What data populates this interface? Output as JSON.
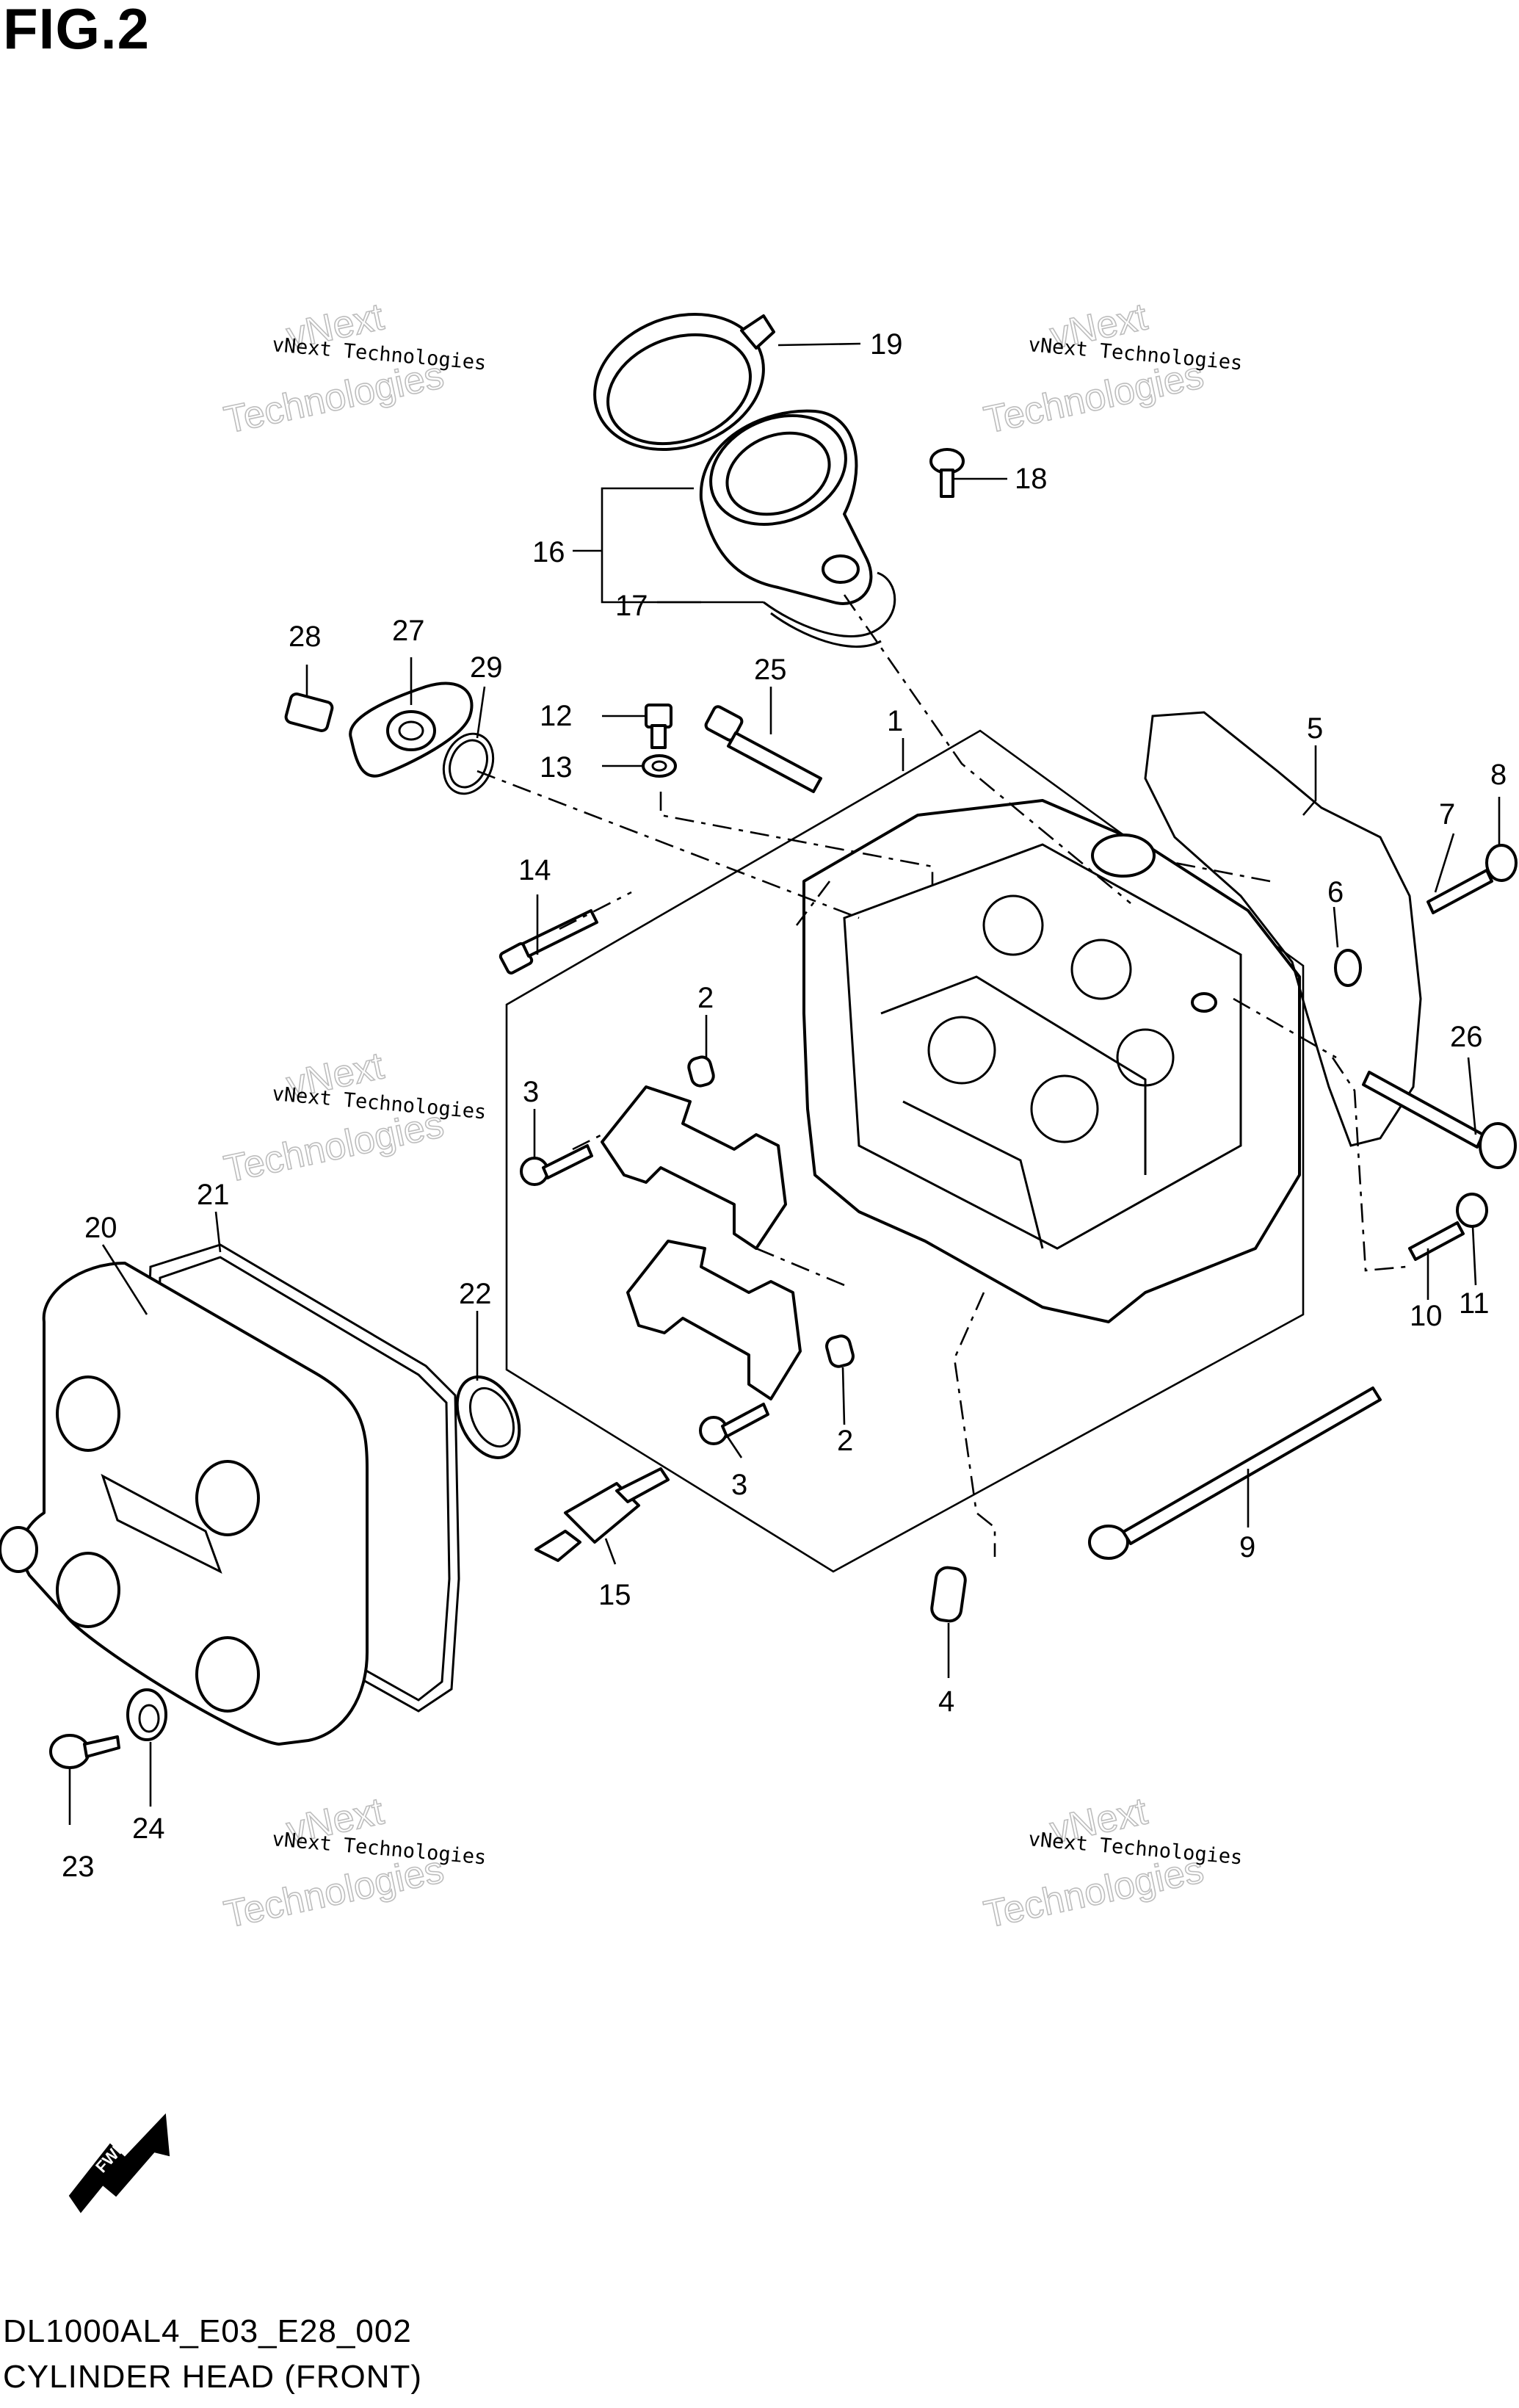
{
  "figure": {
    "title": "FIG.2",
    "model_code": "DL1000AL4_E03_E28_002",
    "group_name": "CYLINDER HEAD (FRONT)",
    "fwd_label": "FWD"
  },
  "watermark": {
    "line1": "vNext Technologies",
    "line2": "vNext",
    "line3": "Technologies"
  },
  "callouts": {
    "c1": "1",
    "c2a": "2",
    "c2b": "2",
    "c3a": "3",
    "c3b": "3",
    "c4": "4",
    "c5": "5",
    "c6": "6",
    "c7": "7",
    "c8": "8",
    "c9": "9",
    "c10": "10",
    "c11": "11",
    "c12": "12",
    "c13": "13",
    "c14": "14",
    "c15": "15",
    "c16": "16",
    "c17": "17",
    "c18": "18",
    "c19": "19",
    "c20": "20",
    "c21": "21",
    "c22": "22",
    "c23": "23",
    "c24": "24",
    "c25": "25",
    "c26": "26",
    "c27": "27",
    "c28": "28",
    "c29": "29"
  }
}
